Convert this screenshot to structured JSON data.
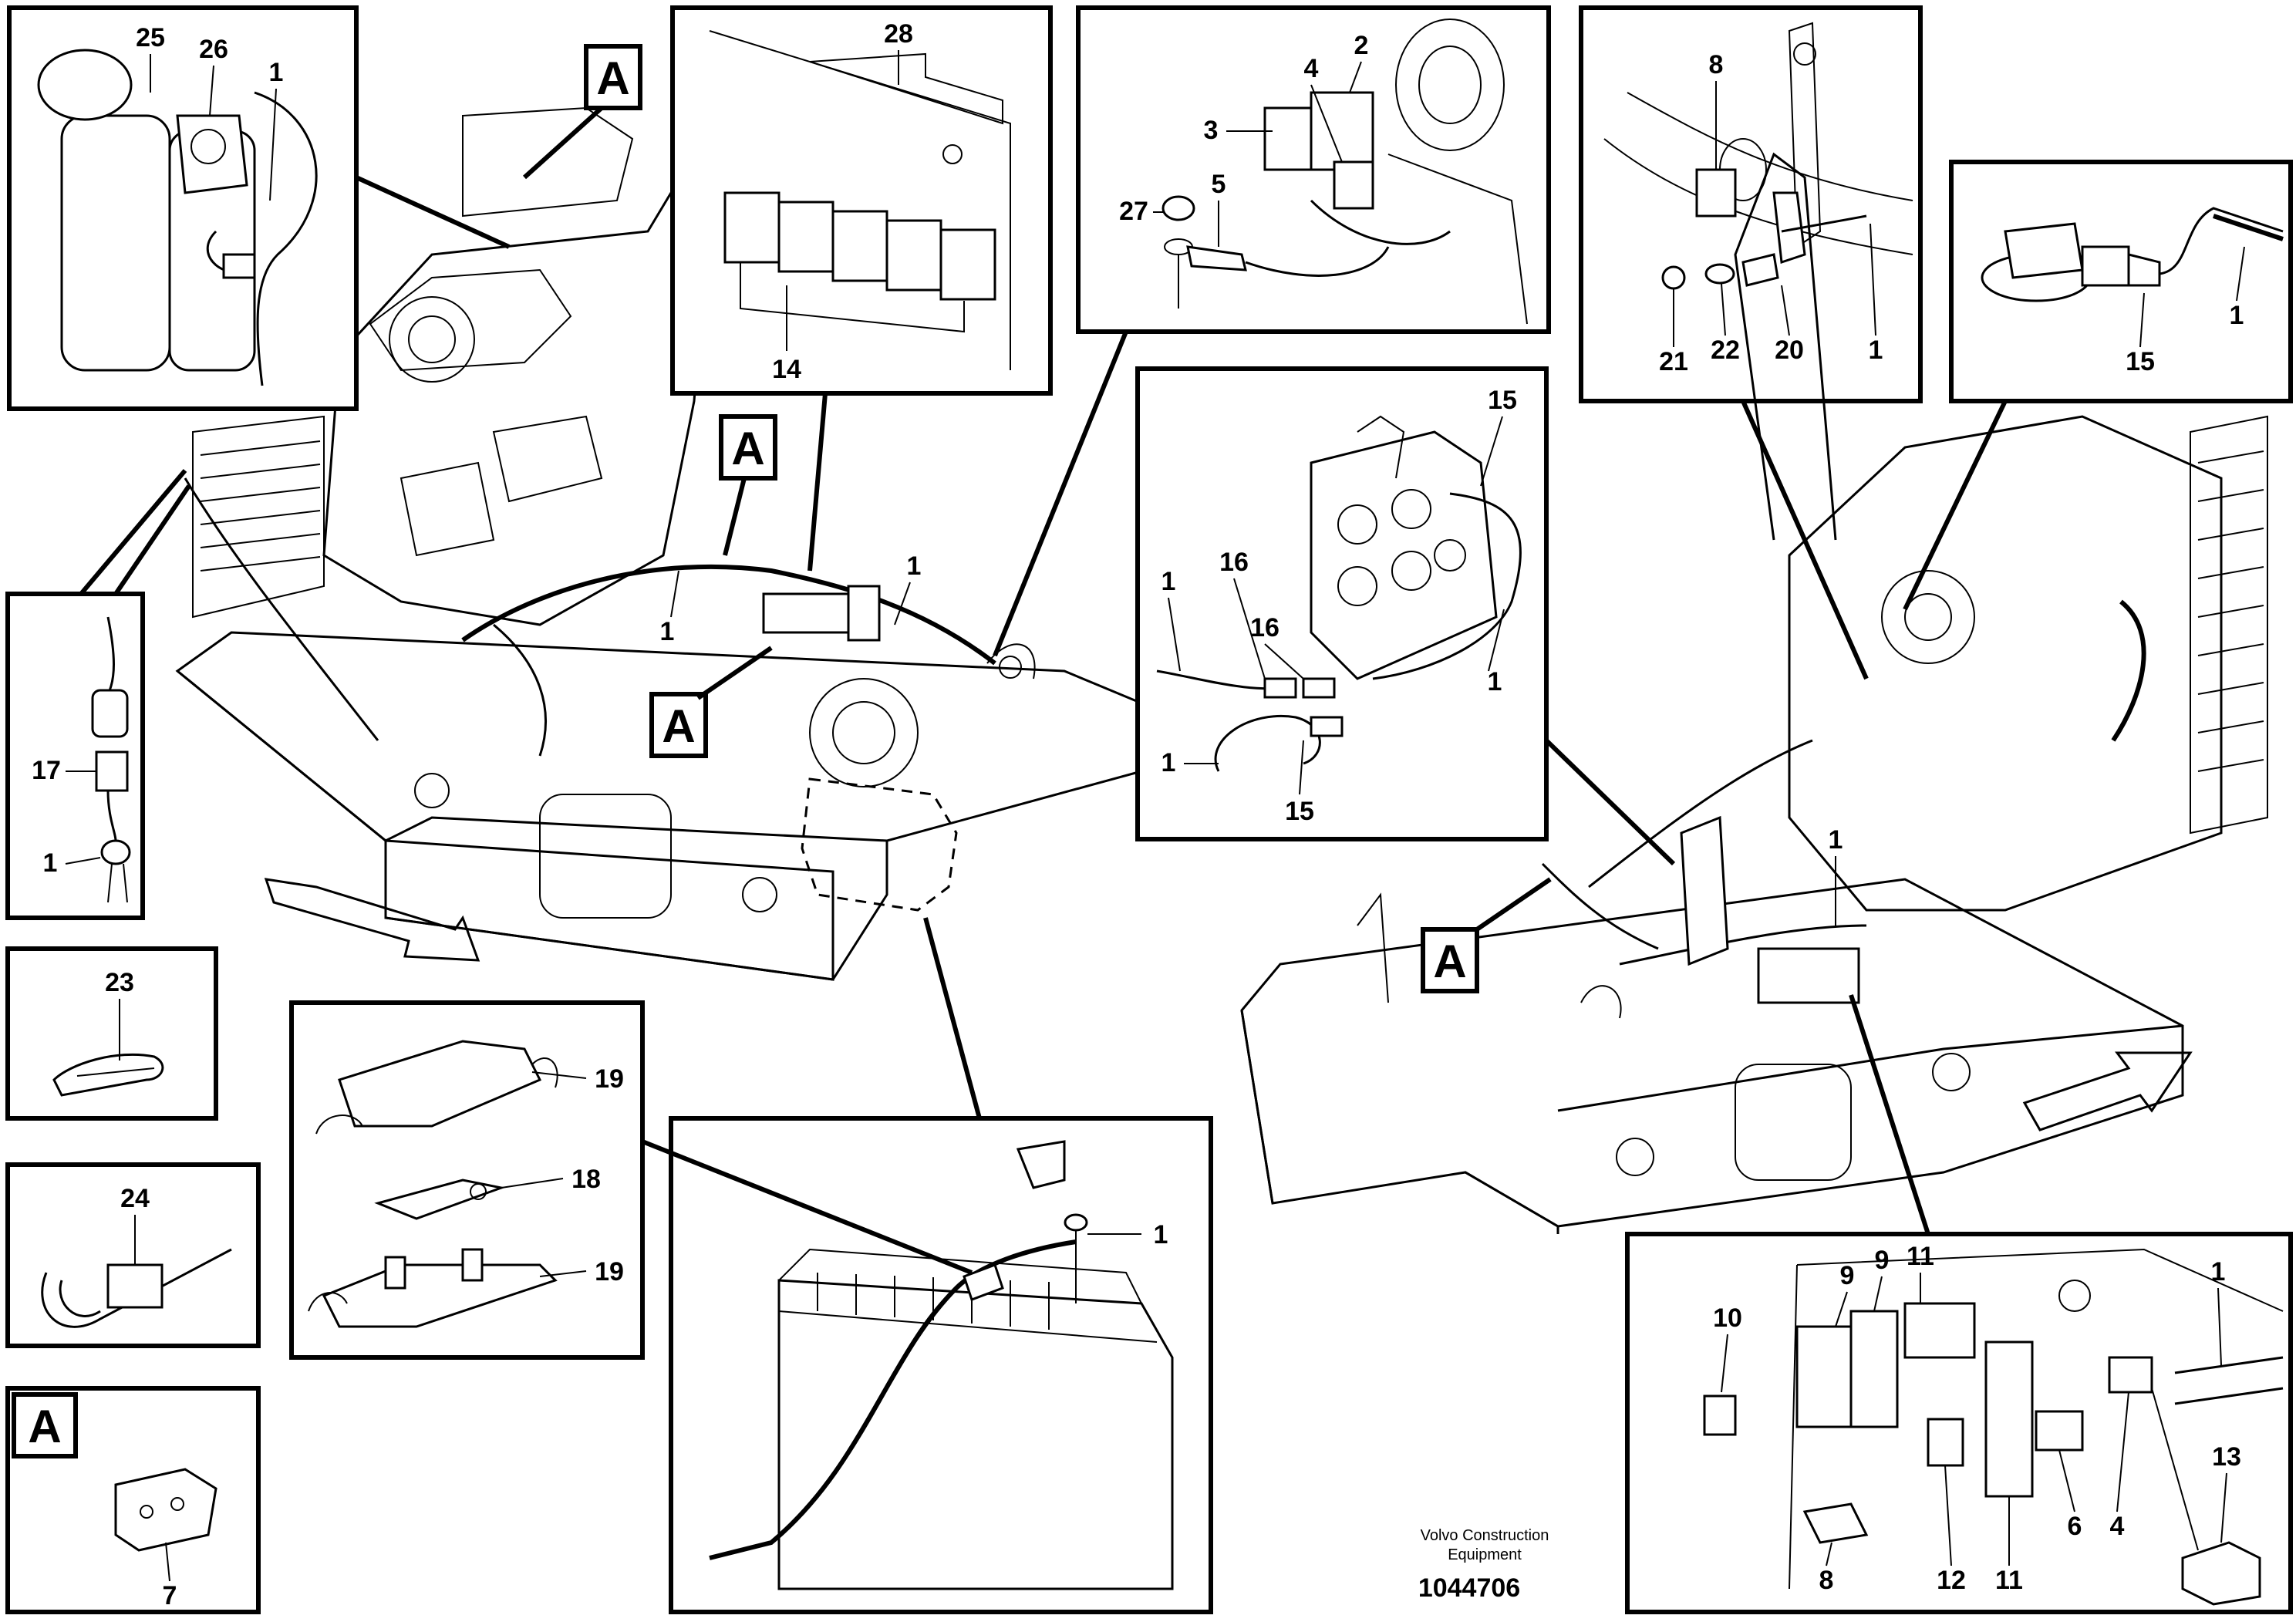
{
  "diagram": {
    "callouts": {
      "c1": "1",
      "c2": "2",
      "c3": "3",
      "c4": "4",
      "c5": "5",
      "c6": "6",
      "c7": "7",
      "c8": "8",
      "c9": "9",
      "c10": "10",
      "c11": "11",
      "c12": "12",
      "c13": "13",
      "c14": "14",
      "c15": "15",
      "c16": "16",
      "c17": "17",
      "c18": "18",
      "c19": "19",
      "c20": "20",
      "c21": "21",
      "c22": "22",
      "c23": "23",
      "c24": "24",
      "c25": "25",
      "c26": "26",
      "c27": "27",
      "c28": "28"
    },
    "marker_a": "A",
    "brand_line1": "Volvo Construction",
    "brand_line2": "Equipment",
    "document_number": "1044706"
  }
}
